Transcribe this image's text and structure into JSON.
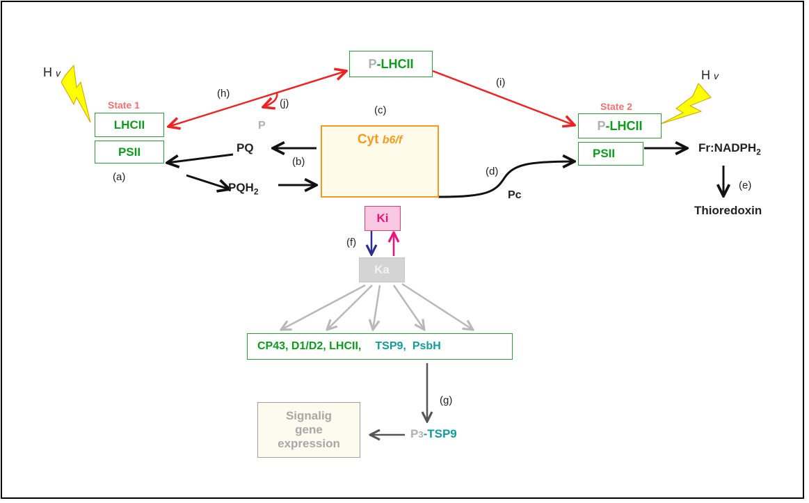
{
  "hv_left": {
    "h": "H",
    "v": "v"
  },
  "hv_right": {
    "h": "H",
    "v": "v"
  },
  "state1": "State 1",
  "state2": "State 2",
  "lhcii_left": "LHCII",
  "psii_left": "PSII",
  "p_lhcii_top": {
    "p": "P",
    "rest": "-LHCII"
  },
  "p_lhcii_right": {
    "p": "P",
    "rest": "-LHCII"
  },
  "psii_right": "PSII",
  "p_free": "P",
  "pq": "PQ",
  "pqh2": {
    "base": "PQH",
    "sub": "2"
  },
  "cyt": {
    "prefix": "Cyt ",
    "italic": "b6/f"
  },
  "pc": "Pc",
  "fr_nadph": {
    "base": "Fr:NADPH",
    "sub": "2"
  },
  "thioredoxin": "Thioredoxin",
  "ki": "Ki",
  "ka": "Ka",
  "substrates": {
    "green": "CP43, D1/D2, LHCII,",
    "teal1": "TSP9,",
    "teal2": "PsbH"
  },
  "p3_tsp9": {
    "p": "P",
    "sub": "3",
    "rest": "-TSP9"
  },
  "signaling": [
    "Signalig",
    "gene",
    "expression"
  ],
  "labels": {
    "a": "(a)",
    "b": "(b)",
    "c": "(c)",
    "d": "(d)",
    "e": "(e)",
    "f": "(f)",
    "g": "(g)",
    "h": "(h)",
    "i": "(i)",
    "j": "(j)"
  },
  "colors": {
    "red": "#ee2222",
    "navy": "#2b2b90",
    "magenta": "#ee1177",
    "grey": "#b8b8b8",
    "dark": "#111111",
    "green": "#0e9a1e",
    "teal": "#139a9a",
    "orange": "#f39a1f",
    "salmon": "#f07070"
  }
}
